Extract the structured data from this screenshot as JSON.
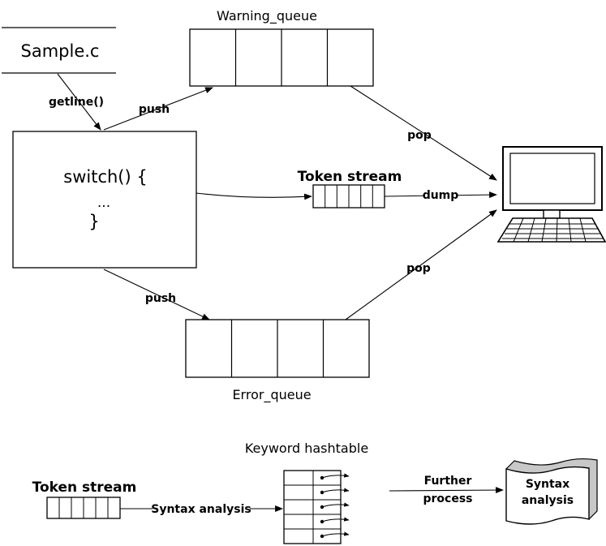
{
  "diagram": {
    "source_file": "Sample.c",
    "getline_label": "getline()",
    "switch_line1": "switch() {",
    "switch_line2": "...",
    "switch_line3": "}",
    "warning_queue_title": "Warning_queue",
    "error_queue_title": "Error_queue",
    "push_label_top": "push",
    "push_label_bottom": "push",
    "pop_label_top": "pop",
    "pop_label_bottom": "pop",
    "token_stream_top": "Token stream",
    "dump_label": "dump",
    "keyword_hashtable_title": "Keyword hashtable",
    "token_stream_bottom": "Token stream",
    "syntax_analysis_edge": "Syntax analysis",
    "further_process_line1": "Further",
    "further_process_line2": "process",
    "syntax_box_line1": "Syntax",
    "syntax_box_line2": "analysis"
  },
  "icons": {
    "computer": "computer-icon"
  }
}
